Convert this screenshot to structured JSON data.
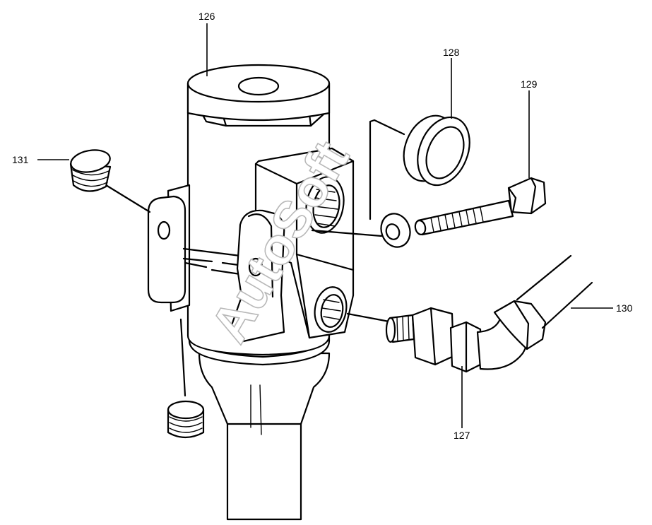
{
  "labels": {
    "top_cap": "126",
    "elbow_fitting": "127",
    "seal_ring": "128",
    "bolt": "129",
    "pipe": "130",
    "plug_upper": "131"
  },
  "watermark": "AutoSoft"
}
